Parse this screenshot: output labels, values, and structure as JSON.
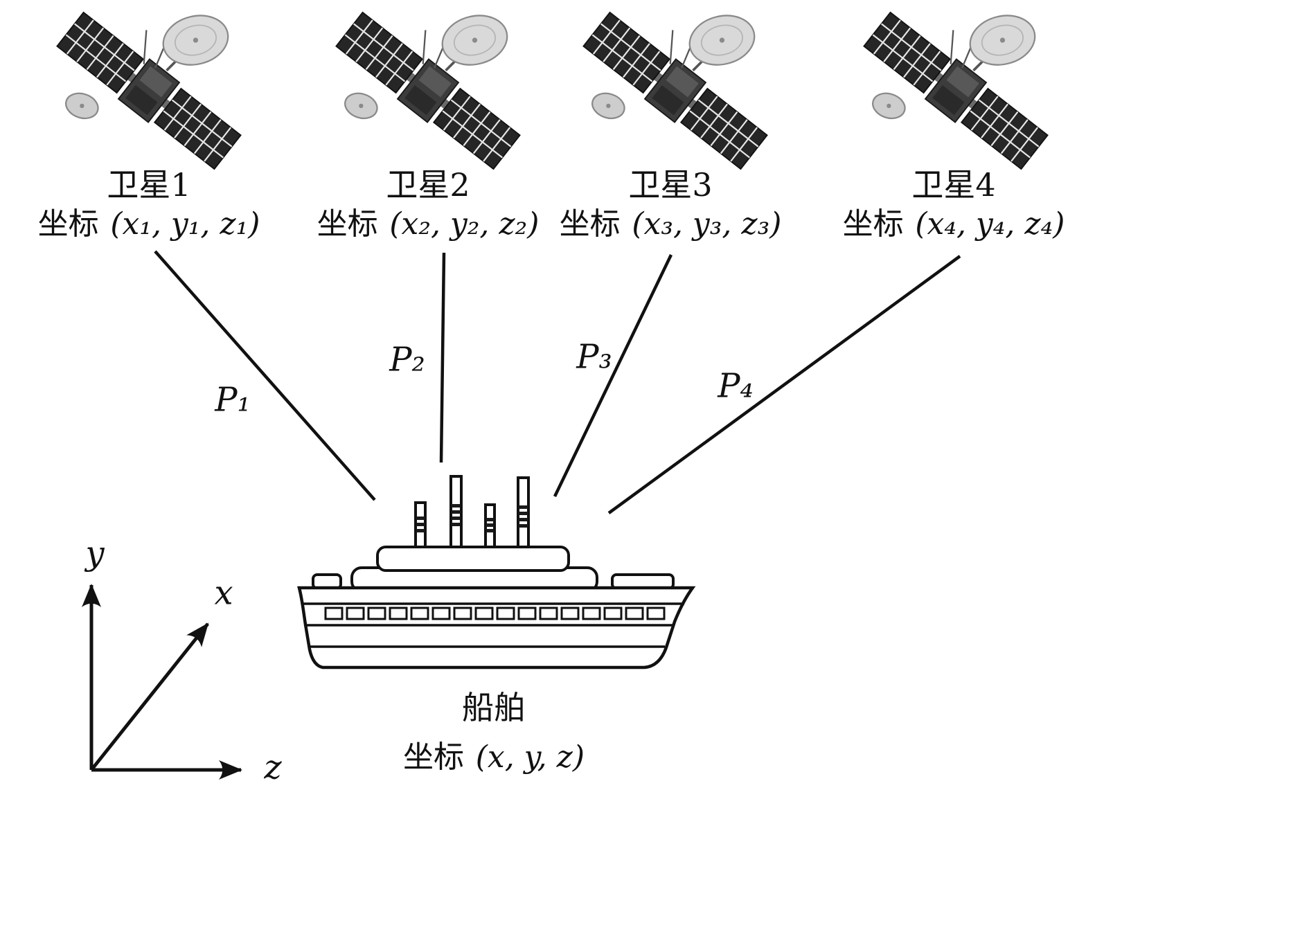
{
  "satellites": [
    {
      "name": "卫星1",
      "coord_prefix": "坐标",
      "coord_value": "(x₁, y₁, z₁)",
      "range_label": "P₁"
    },
    {
      "name": "卫星2",
      "coord_prefix": "坐标",
      "coord_value": "(x₂, y₂, z₂)",
      "range_label": "P₂"
    },
    {
      "name": "卫星3",
      "coord_prefix": "坐标",
      "coord_value": "(x₃, y₃, z₃)",
      "range_label": "P₃"
    },
    {
      "name": "卫星4",
      "coord_prefix": "坐标",
      "coord_value": "(x₄, y₄, z₄)",
      "range_label": "P₄"
    }
  ],
  "ship": {
    "name": "船舶",
    "coord_prefix": "坐标",
    "coord_value": "(x, y, z)"
  },
  "axes": {
    "x_label": "x",
    "y_label": "y",
    "z_label": "z"
  },
  "icons": {
    "satellite": "satellite-icon",
    "ship": "ship-drawing",
    "arrow": "axis-arrow"
  },
  "colors": {
    "line": "#1a1a1a",
    "background": "#ffffff",
    "panel_dark": "#262626",
    "dish_gray": "#d9d9d9"
  }
}
